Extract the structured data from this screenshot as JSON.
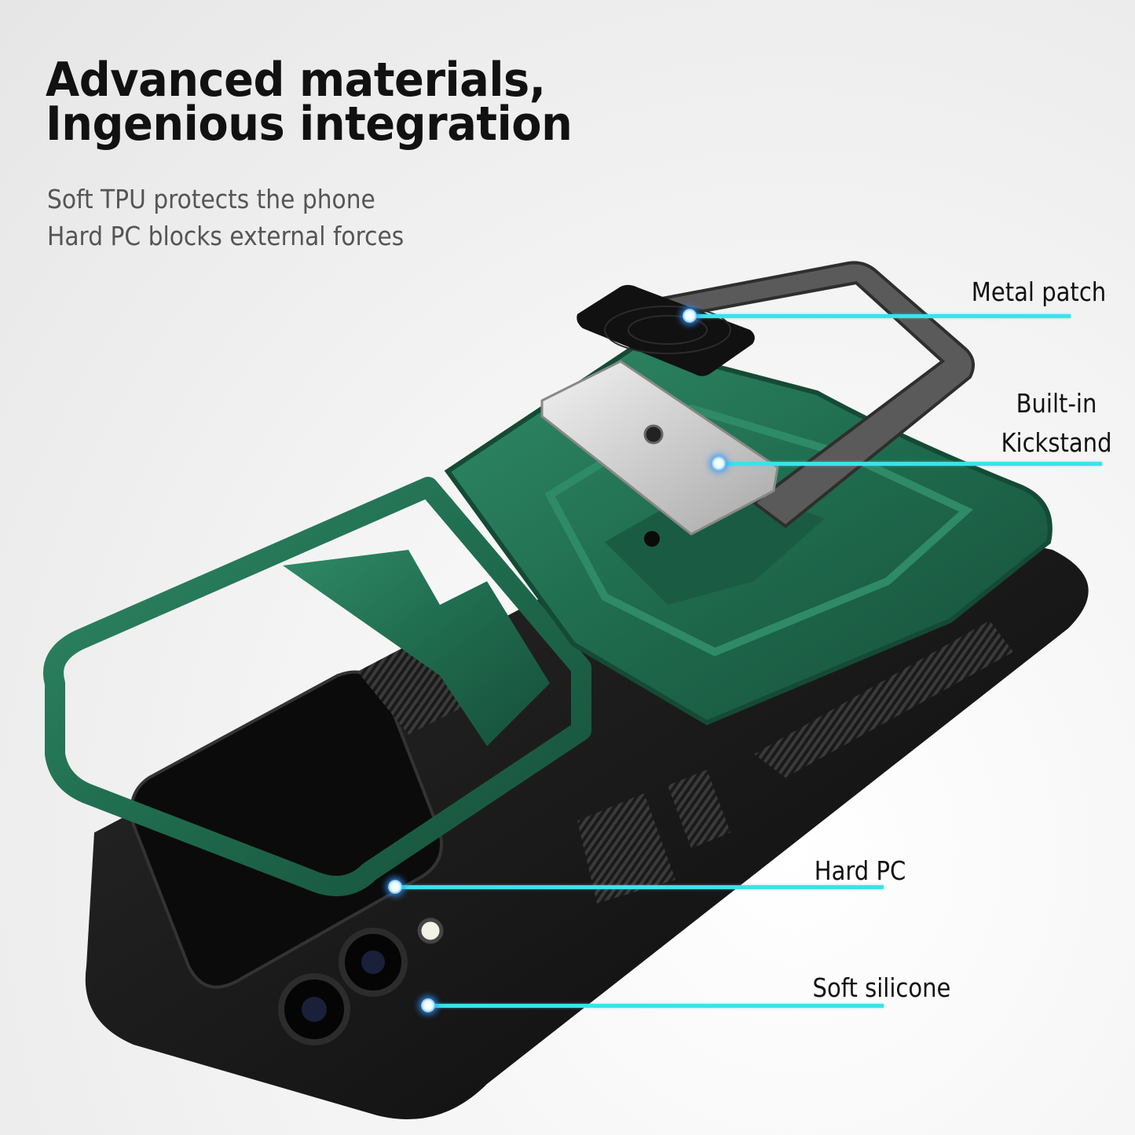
{
  "headline": {
    "line1": "Advanced materials,",
    "line2": "Ingenious integration"
  },
  "subtitle": {
    "line1": "Soft TPU protects the phone",
    "line2": "Hard PC blocks external forces"
  },
  "callouts": [
    {
      "label": "Metal patch"
    },
    {
      "label_line1": "Built-in",
      "label_line2": "Kickstand"
    },
    {
      "label": "Hard PC"
    },
    {
      "label": "Soft silicone"
    }
  ],
  "colors": {
    "case_green": "#1f6b4e",
    "case_green_light": "#2f8a67",
    "callout_cyan": "#3fe0ea",
    "phone_black": "#141414",
    "metal_silver": "#c9c9c9"
  }
}
